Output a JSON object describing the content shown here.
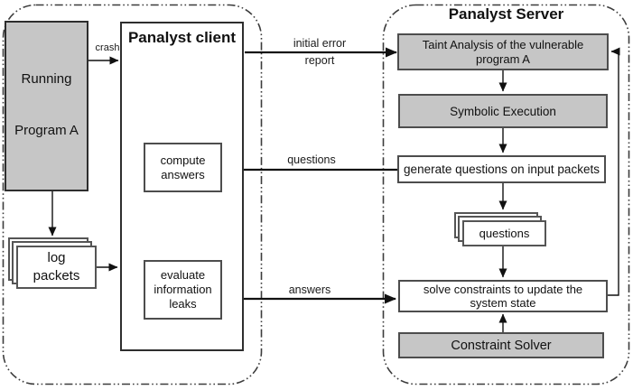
{
  "colors": {
    "box_gray_fill": "#c6c6c6",
    "box_border": "#4d4d4d",
    "dark_border": "#2e2e2e",
    "arrow_line": "#111111",
    "group_boundary": "#3c3c3c"
  },
  "client": {
    "box_title": "Panalyst client",
    "running_program": {
      "lines": [
        "Running",
        "Program A"
      ]
    },
    "log_packets": {
      "lines": [
        "log",
        "packets"
      ]
    },
    "compute_answers": {
      "lines": [
        "compute",
        "answers"
      ]
    },
    "evaluate_leaks": {
      "lines": [
        "evaluate",
        "information",
        "leaks"
      ]
    }
  },
  "server": {
    "title": "Panalyst Server",
    "taint_analysis": {
      "lines": [
        "Taint Analysis of the vulnerable",
        "program A"
      ]
    },
    "symbolic_execution": "Symbolic Execution",
    "generate_questions": "generate questions on input packets",
    "questions_stack": "questions",
    "solve_constraints": {
      "lines": [
        "solve constraints to update the",
        "system state"
      ]
    },
    "constraint_solver": "Constraint Solver"
  },
  "labels": {
    "crash": "crash",
    "initial_error": {
      "lines": [
        "initial error",
        "report"
      ]
    },
    "questions": "questions",
    "answers": "answers"
  }
}
